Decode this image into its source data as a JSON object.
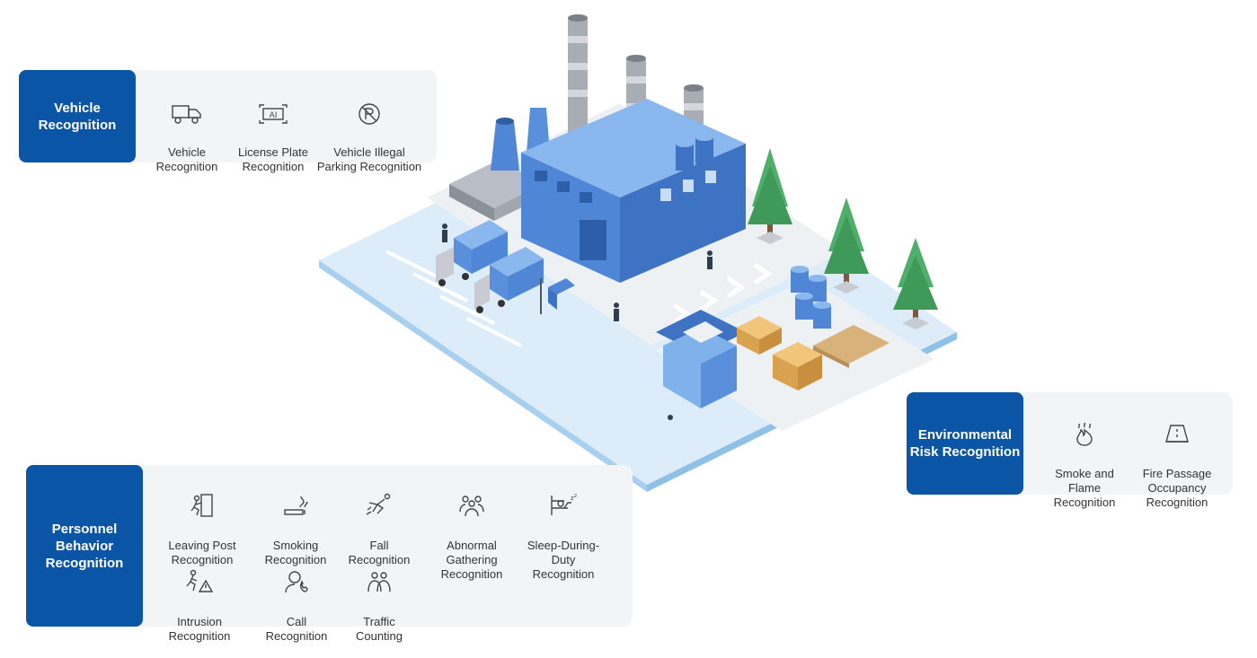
{
  "vehicle": {
    "category": "Vehicle\nRecognition",
    "items": [
      {
        "icon": "car-icon",
        "label": "Vehicle\nRecognition"
      },
      {
        "icon": "license-plate-icon",
        "label": "License Plate\nRecognition"
      },
      {
        "icon": "no-parking-icon",
        "label": "Vehicle Illegal\nParking Recognition"
      }
    ]
  },
  "environment": {
    "category": "Environmental\nRisk Recognition",
    "items": [
      {
        "icon": "flame-icon",
        "label": "Smoke and\nFlame\nRecognition"
      },
      {
        "icon": "fire-passage-icon",
        "label": "Fire Passage\nOccupancy\nRecognition"
      }
    ]
  },
  "personnel": {
    "category": "Personnel\nBehavior\nRecognition",
    "items": [
      {
        "icon": "leaving-post-icon",
        "label": "Leaving Post\nRecognition"
      },
      {
        "icon": "smoking-icon",
        "label": "Smoking\nRecognition"
      },
      {
        "icon": "fall-icon",
        "label": "Fall\nRecognition"
      },
      {
        "icon": "gathering-icon",
        "label": "Abnormal\nGathering\nRecognition"
      },
      {
        "icon": "sleep-icon",
        "label": "Sleep-During-\nDuty\nRecognition"
      },
      {
        "icon": "intrusion-icon",
        "label": "Intrusion\nRecognition"
      },
      {
        "icon": "call-icon",
        "label": "Call\nRecognition"
      },
      {
        "icon": "traffic-counting-icon",
        "label": "Traffic\nCounting"
      }
    ]
  },
  "colors": {
    "accent": "#0b55a7",
    "panel": "#f3f4f6",
    "ground": "#dcecf8",
    "building": "#4f87d6",
    "tree": "#3f9a5a"
  }
}
